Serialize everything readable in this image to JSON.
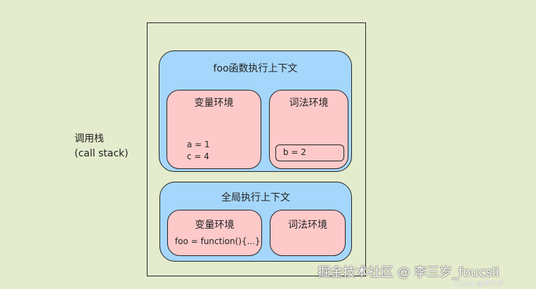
{
  "call_stack_label": [
    "调用栈",
    "(call stack)"
  ],
  "foo_context": {
    "title": "foo函数执行上下文",
    "variable_env": {
      "title": "变量环境",
      "lines": [
        "a = 1",
        "c = 4"
      ]
    },
    "lexical_env": {
      "title": "词法环境",
      "boxed_value": "b = 2"
    }
  },
  "global_context": {
    "title": "全局执行上下文",
    "variable_env": {
      "title": "变量环境",
      "lines": [
        "foo = function(){...}"
      ]
    },
    "lexical_env": {
      "title": "词法环境"
    }
  },
  "watermark": {
    "main": "掘金技术社区 @ 李三岁_foucsli",
    "sub": "CSDN @李三岁."
  },
  "colors": {
    "background": "#e4eccd",
    "context": "#a5d6fb",
    "environment": "#fec9c9"
  }
}
